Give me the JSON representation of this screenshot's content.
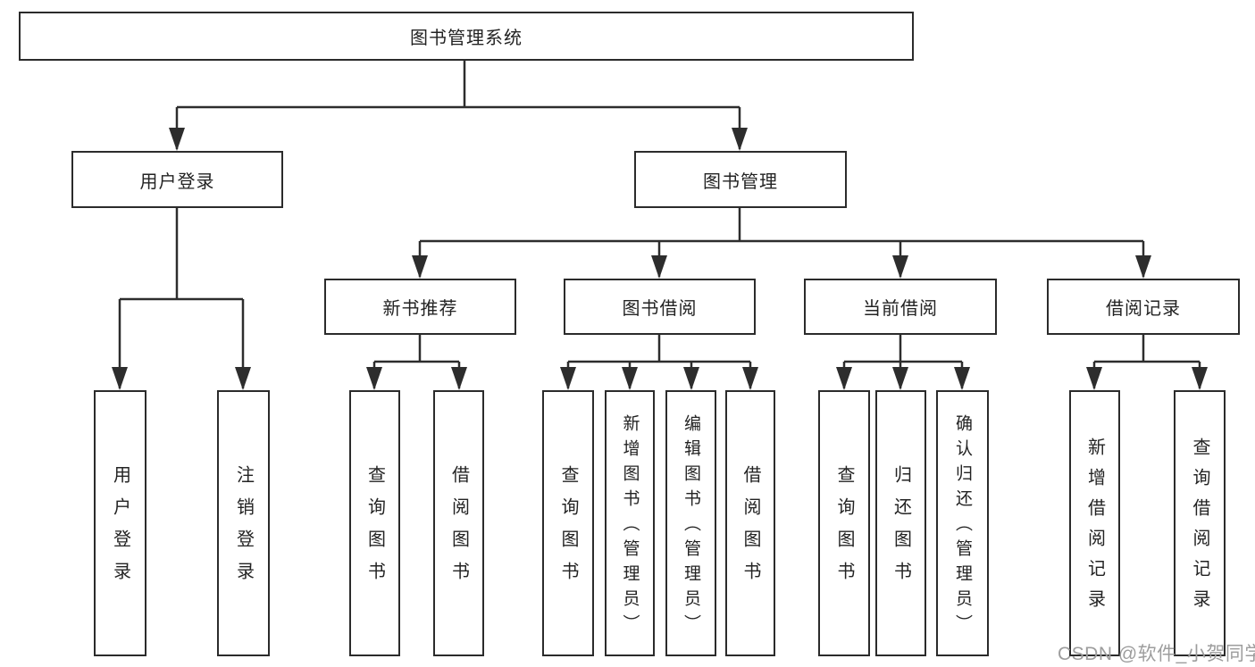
{
  "diagram": {
    "root": {
      "label": "图书管理系统"
    },
    "branches": [
      {
        "label": "用户登录",
        "children": [
          {
            "label": "用户登录"
          },
          {
            "label": "注销登录"
          }
        ]
      },
      {
        "label": "图书管理",
        "children": [
          {
            "label": "新书推荐",
            "children": [
              {
                "label": "查询图书"
              },
              {
                "label": "借阅图书"
              }
            ]
          },
          {
            "label": "图书借阅",
            "children": [
              {
                "label": "查询图书"
              },
              {
                "label": "新增图书（管理员）"
              },
              {
                "label": "编辑图书（管理员）"
              },
              {
                "label": "借阅图书"
              }
            ]
          },
          {
            "label": "当前借阅",
            "children": [
              {
                "label": "查询图书"
              },
              {
                "label": "归还图书"
              },
              {
                "label": "确认归还（管理员）"
              }
            ]
          },
          {
            "label": "借阅记录",
            "children": [
              {
                "label": "新增借阅记录"
              },
              {
                "label": "查询借阅记录"
              }
            ]
          }
        ]
      }
    ]
  },
  "watermark": {
    "text": "CSDN @软件_小贺同学"
  },
  "colors": {
    "line": "#2d2d2d",
    "border": "#2b2b2b",
    "text": "#232323",
    "watermark": "#9d9d9d",
    "background": "#ffffff"
  }
}
